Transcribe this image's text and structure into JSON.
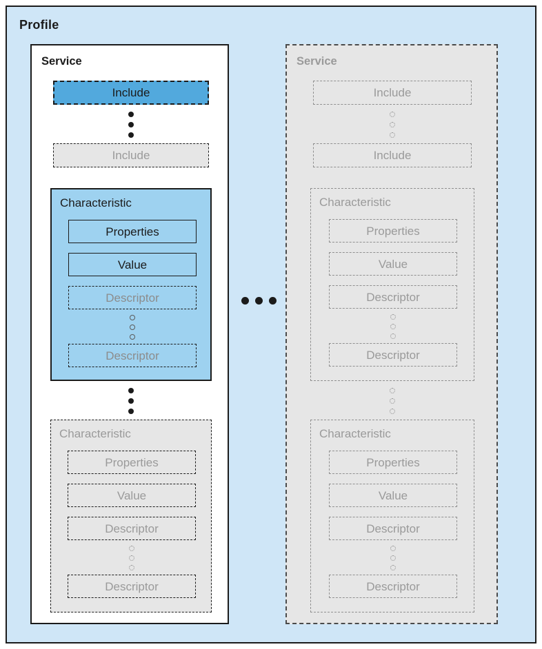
{
  "diagram": {
    "title": "Profile",
    "ellipsis_between_columns": "horizontal-three-dots"
  },
  "colors": {
    "profile_fill": "#cfe6f7",
    "profile_border": "#1b1b1b",
    "service_active_fill": "#ffffff",
    "service_faded_fill": "#e6e6e6",
    "highlight_strong": "#52a9dd",
    "highlight_light": "#9ed2f0",
    "faded_text": "#9a9a9a",
    "active_text": "#1b1b1b"
  },
  "columns": [
    {
      "name": "service-active",
      "title": "Service",
      "state": "active",
      "includes": {
        "first_label": "Include",
        "last_label": "Include",
        "ellipsis": "vertical-three-dots"
      },
      "characteristic_highlighted": {
        "title": "Characteristic",
        "properties_label": "Properties",
        "value_label": "Value",
        "descriptor_first_label": "Descriptor",
        "descriptor_last_label": "Descriptor",
        "ellipsis": "vertical-three-dots"
      },
      "ellipsis_between_characteristics": "vertical-three-dots",
      "characteristic_faded": {
        "title": "Characteristic",
        "properties_label": "Properties",
        "value_label": "Value",
        "descriptor_first_label": "Descriptor",
        "descriptor_last_label": "Descriptor",
        "ellipsis": "vertical-three-dots"
      }
    },
    {
      "name": "service-faded",
      "title": "Service",
      "state": "faded",
      "includes": {
        "first_label": "Include",
        "last_label": "Include",
        "ellipsis": "vertical-three-dots"
      },
      "characteristic_first": {
        "title": "Characteristic",
        "properties_label": "Properties",
        "value_label": "Value",
        "descriptor_first_label": "Descriptor",
        "descriptor_last_label": "Descriptor",
        "ellipsis": "vertical-three-dots"
      },
      "ellipsis_between_characteristics": "vertical-three-dots",
      "characteristic_last": {
        "title": "Characteristic",
        "properties_label": "Properties",
        "value_label": "Value",
        "descriptor_first_label": "Descriptor",
        "descriptor_last_label": "Descriptor",
        "ellipsis": "vertical-three-dots"
      }
    }
  ]
}
